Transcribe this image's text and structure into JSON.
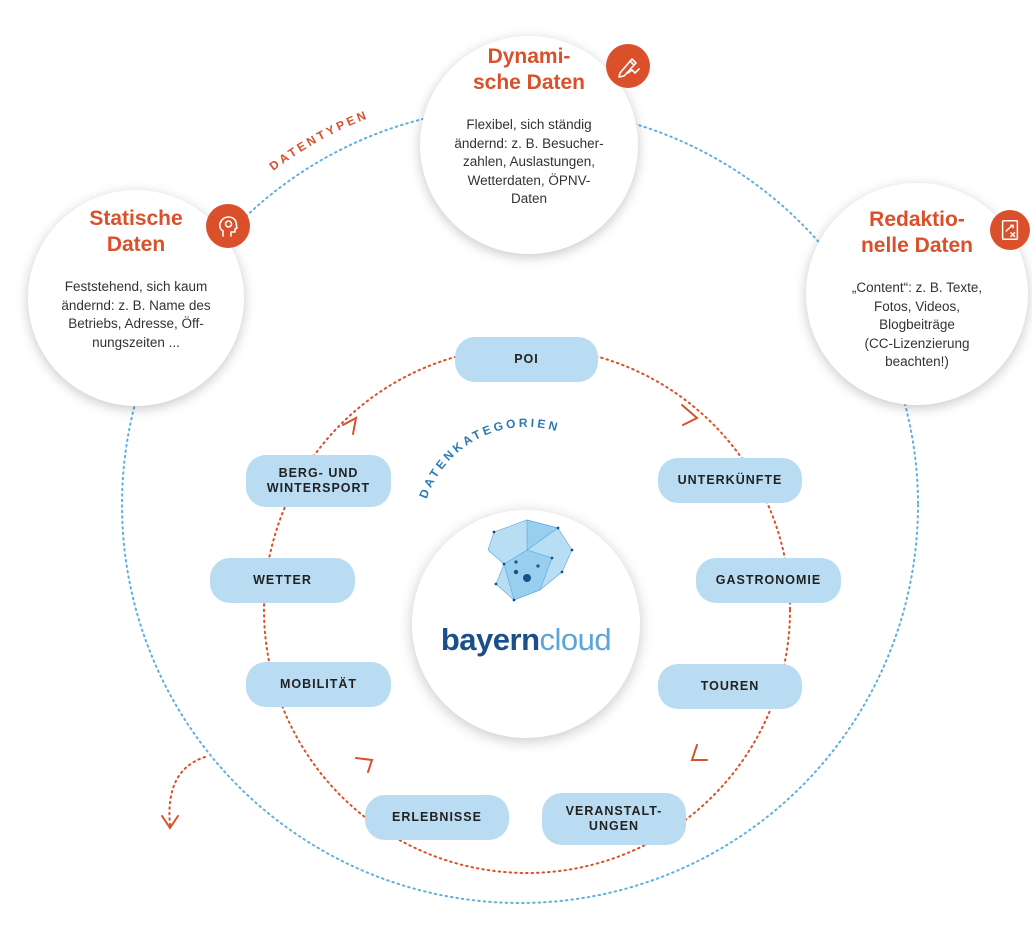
{
  "outer_label": "DATENTYPEN",
  "inner_label": "DATENKATEGORIEN",
  "colors": {
    "accent": "#d9502b",
    "pill": "#b9dcf2",
    "dotted_blue": "#5fb0e0",
    "logo_dark": "#1a4f8a",
    "logo_light": "#5aa6dc"
  },
  "data_types": {
    "dynamic": {
      "title": "Dynami-\nsche Daten",
      "desc": "Flexibel, sich ständig\nändernd: z. B. Besucher-\nzahlen, Auslastungen,\nWetterdaten, ÖPNV-\nDaten",
      "icon": "pencil-chart-icon"
    },
    "static": {
      "title": "Statische\nDaten",
      "desc": "Feststehend, sich kaum\nändernd: z. B. Name des\nBetriebs, Adresse, Öff-\nnungszeiten ...",
      "icon": "head-gear-icon"
    },
    "editorial": {
      "title": "Redaktio-\nnelle Daten",
      "desc": "„Content“: z. B. Texte,\nFotos, Videos,\nBlogbeiträge\n(CC-Lizenzierung\nbeachten!)",
      "icon": "document-strategy-icon"
    }
  },
  "categories": {
    "poi": "POI",
    "unterkuenfte": "UNTERKÜNFTE",
    "gastronomie": "GASTRONOMIE",
    "touren": "TOUREN",
    "veranstaltungen": "VERANSTALT-\nUNGEN",
    "erlebnisse": "ERLEBNISSE",
    "mobilitaet": "MOBILITÄT",
    "wetter": "WETTER",
    "berg_wintersport": "BERG- UND\nWINTERSPORT"
  },
  "logo": {
    "part1": "bayern",
    "part2": "cloud"
  }
}
